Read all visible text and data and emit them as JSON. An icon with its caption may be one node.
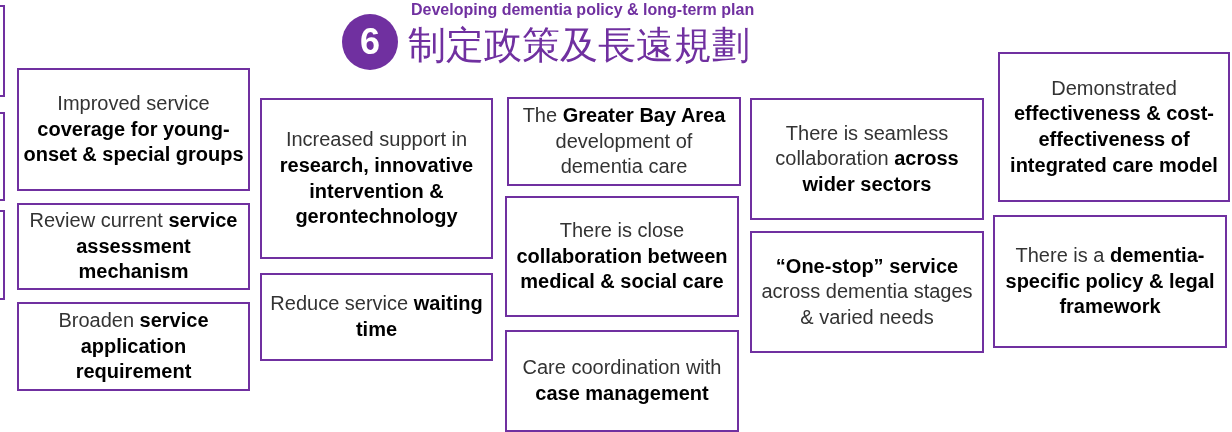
{
  "diagram": {
    "title": "制定政策及長遠規劃",
    "nodes": [
      {
        "text": [],
        "shape": "box"
      },
      {
        "text": [],
        "shape": "box"
      },
      {
        "text": [],
        "shape": "box"
      },
      {
        "text": [
          "6"
        ]
      },
      {
        "text": [
          "Improved service **coverage for young-onset & special groups**"
        ]
      },
      {
        "text": [
          "Review current **service assessment mechanism**"
        ]
      },
      {
        "text": [
          "Broaden **service application requirement**"
        ]
      },
      {
        "text": [
          "Increased support in **research, innovative intervention & gerontechnology**"
        ]
      },
      {
        "text": [
          "Reduce service **waiting time**"
        ]
      },
      {
        "text": [
          "The **Greater Bay Area** development of dementia care"
        ]
      },
      {
        "text": [
          "There is close **collaboration between medical & social care**"
        ]
      },
      {
        "text": [
          "Care coordination with **case management**"
        ]
      },
      {
        "text": [
          "There is seamless collaboration **across wider sectors**"
        ]
      },
      {
        "text": [
          "**“One-stop” service** across dementia stages & varied needs"
        ]
      },
      {
        "text": [
          "Demonstrated **effectiveness & cost-effectiveness of integrated care model**"
        ]
      },
      {
        "text": [
          "There is a **dementia-specific policy & legal framework**"
        ]
      }
    ],
    "labels": [
      "Developing dementia policy & long-term plan"
    ]
  }
}
